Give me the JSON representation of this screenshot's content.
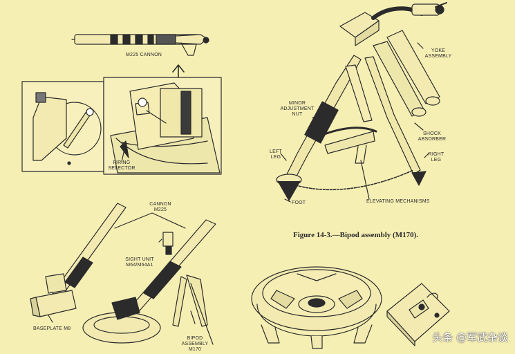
{
  "labels": {
    "m225_cannon": "M225 CANNON",
    "firing_selector": "FIRING\nSELECTOR",
    "yoke_assembly": "YOKE\nASSEMBLY",
    "minor_adjustment_nut": "MINOR\nADJUSTMENT\nNUT",
    "shock_absorber": "SHOCK\nABSORBER",
    "left_leg": "LEFT\nLEG",
    "right_leg": "RIGHT\nLEG",
    "foot": "FOOT",
    "elevating_mechanisms": "ELEVATING MECHANISMS",
    "cannon_m225": "CANNON\nM225",
    "sight_unit": "SIGHT UNIT\nM64/M64A1",
    "baseplate_m8": "BASEPLATE M8",
    "bipod_assembly": "BIPOD\nASSEMBLY\nM170"
  },
  "caption": "Figure 14-3.—Bipod assembly (M170).",
  "watermark": "头条 @军武杂谈",
  "colors": {
    "paper": "#f6efb4",
    "ink": "#2b2b2b"
  }
}
